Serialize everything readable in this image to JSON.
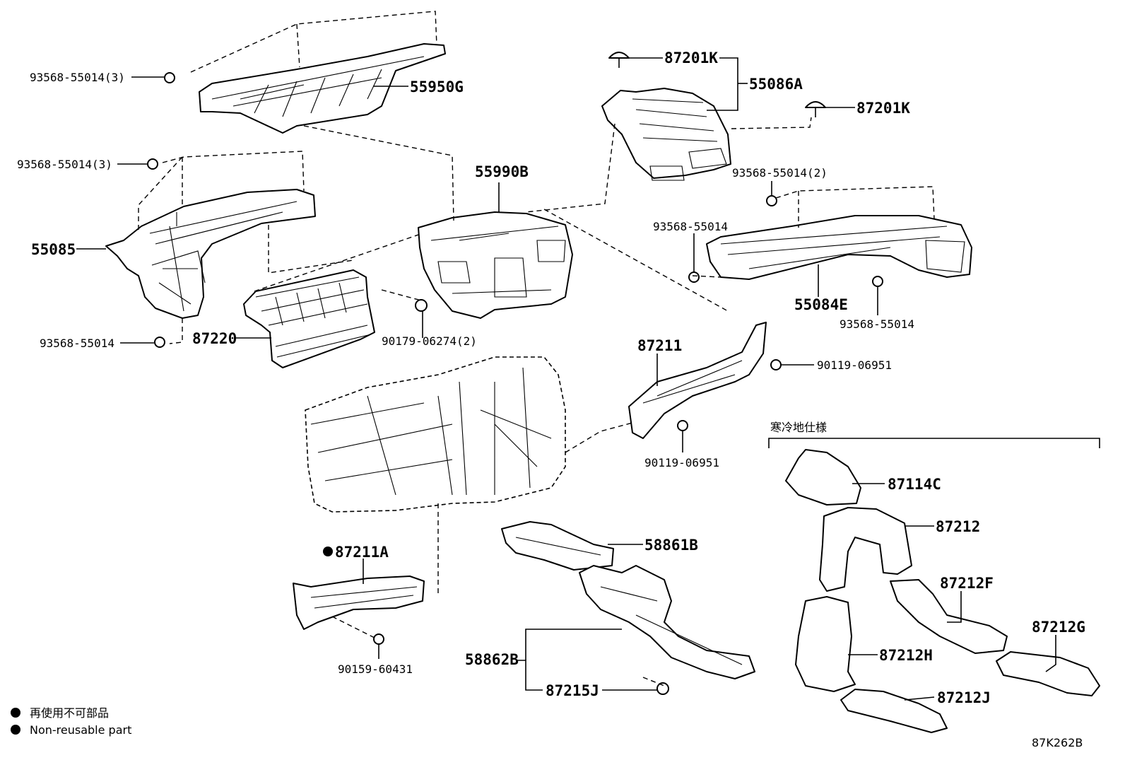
{
  "labels": {
    "p93568_55014_3a": "93568-55014(3)",
    "p55950G": "55950G",
    "p93568_55014_3b": "93568-55014(3)",
    "p55085": "55085",
    "p93568_55014_a": "93568-55014",
    "p87220": "87220",
    "p90179_06274_2": "90179-06274(2)",
    "p55990B": "55990B",
    "p87201K_a": "87201K",
    "p55086A": "55086A",
    "p87201K_b": "87201K",
    "p93568_55014_2": "93568-55014(2)",
    "p93568_55014_b": "93568-55014",
    "p55084E": "55084E",
    "p93568_55014_c": "93568-55014",
    "p87211": "87211",
    "p90119_06951_a": "90119-06951",
    "p90119_06951_b": "90119-06951",
    "p87211A": "87211A",
    "p90159_60431": "90159-60431",
    "p58861B": "58861B",
    "p58862B": "58862B",
    "p87215J": "87215J",
    "cold_spec": "寒冷地仕様",
    "p87114C": "87114C",
    "p87212": "87212",
    "p87212F": "87212F",
    "p87212G": "87212G",
    "p87212H": "87212H",
    "p87212J": "87212J"
  },
  "legend": {
    "line_jp": "再使用不可部品",
    "line_en": "Non-reusable part"
  },
  "diagram_code": "87K262B"
}
